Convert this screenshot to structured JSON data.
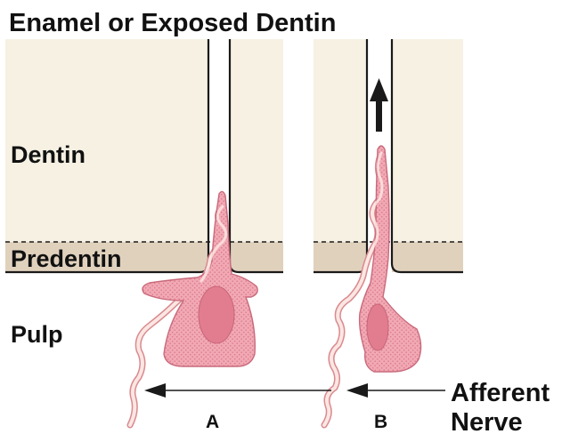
{
  "title": "Enamel or Exposed Dentin",
  "labels": {
    "dentin": "Dentin",
    "predentin": "Predentin",
    "pulp": "Pulp",
    "afferent_line1": "Afferent",
    "afferent_line2": "Nerve",
    "panel_a": "A",
    "panel_b": "B"
  },
  "colors": {
    "dentin_fill": "#f6f1e3",
    "predentin_fill": "#e0d1bd",
    "cell_fill": "#f1a9b4",
    "cell_stipple": "#e07f90",
    "nucleus_fill": "#e27d8f",
    "nerve_fill": "#fbe6e3",
    "nerve_stroke": "#d98a8e",
    "outline": "#1a1a1a"
  },
  "icons": {
    "fluid_flow": "arrow-up-icon",
    "afferent_path": "arrow-left-icon"
  }
}
